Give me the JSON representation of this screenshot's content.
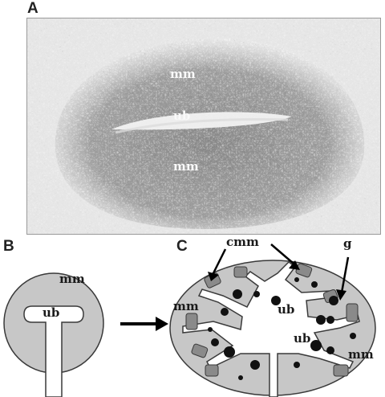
{
  "panels": {
    "a": {
      "letter": "A",
      "labels": {
        "mm_top": "mm",
        "ub": "ub",
        "mm_bottom": "mm"
      }
    },
    "b": {
      "letter": "B",
      "labels": {
        "mm": "mm",
        "ub": "ub"
      }
    },
    "c": {
      "letter": "C",
      "labels": {
        "cmm": "cmm",
        "g": "g",
        "mm_left": "mm",
        "mm_right": "mm",
        "ub_top": "ub",
        "ub_bottom": "ub"
      }
    }
  },
  "colors": {
    "tissue": "#c7c7c7",
    "dark_tissue": "#8a8a8a",
    "glomerulus": "#111111",
    "outline": "#3a3a3a"
  }
}
